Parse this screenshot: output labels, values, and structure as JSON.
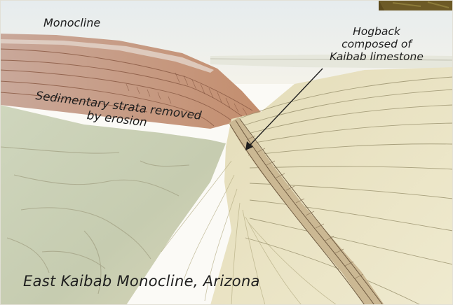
{
  "labels": {
    "monocline": "Monocline",
    "hogback": {
      "line1": "Hogback",
      "line2": "composed of",
      "line3": "Kaibab limestone"
    },
    "strata": {
      "line1": "Sedimentary strata removed",
      "line2": "by erosion"
    },
    "caption": "East Kaibab Monocline, Arizona"
  },
  "colors": {
    "sky": "#eef1ee",
    "plateau_red": "#c99a7d",
    "plain_green": "#c9d0b4",
    "hogback_slope": "#e9e3c2",
    "ink": "#1e1e1e",
    "photo_corner": "#5c4a1c"
  }
}
